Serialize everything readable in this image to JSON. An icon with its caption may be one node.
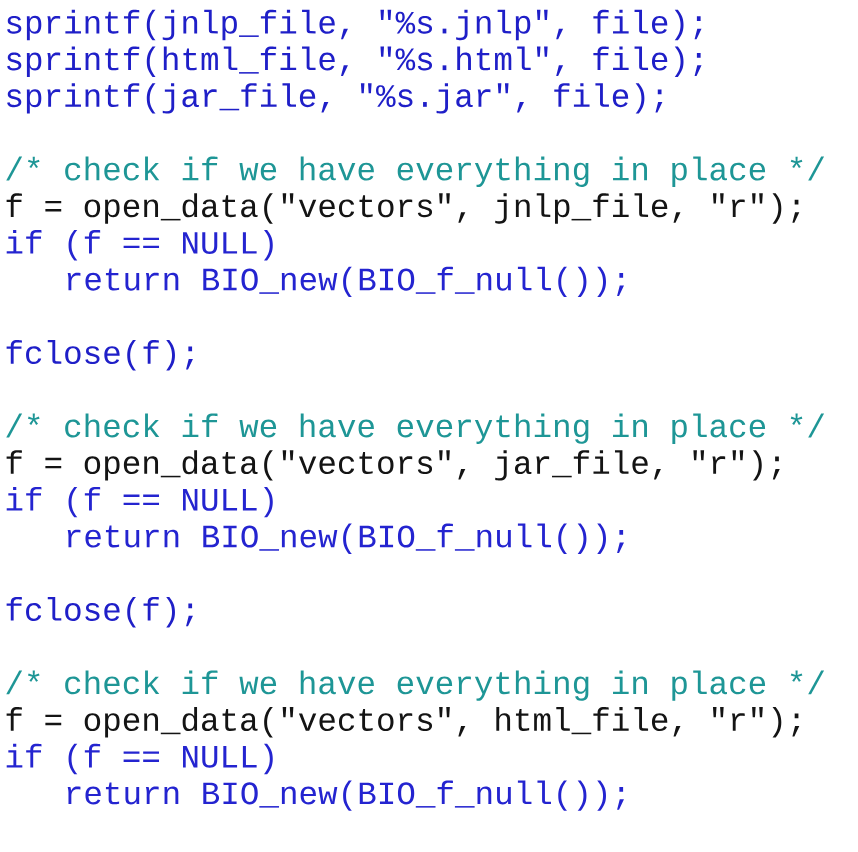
{
  "diagram": {
    "labels": [
      "sprintf(jnlp_file, \"%s.jnlp\", file);",
      "sprintf(html_file, \"%s.html\", file);",
      "sprintf(jar_file, \"%s.jar\", file);",
      "/* check if we have everything in place */",
      "f = open_data(\"vectors\", jnlp_file, \"r\");",
      "if (f == NULL)",
      "return BIO_new(BIO_f_null());",
      "fclose(f);",
      "/* check if we have everything in place */",
      "f = open_data(\"vectors\", jar_file, \"r\");",
      "if (f == NULL)",
      "return BIO_new(BIO_f_null());",
      "fclose(f);",
      "/* check if we have everything in place */",
      "f = open_data(\"vectors\", html_file, \"r\");",
      "if (f == NULL)",
      "return BIO_new(BIO_f_null());"
    ]
  }
}
